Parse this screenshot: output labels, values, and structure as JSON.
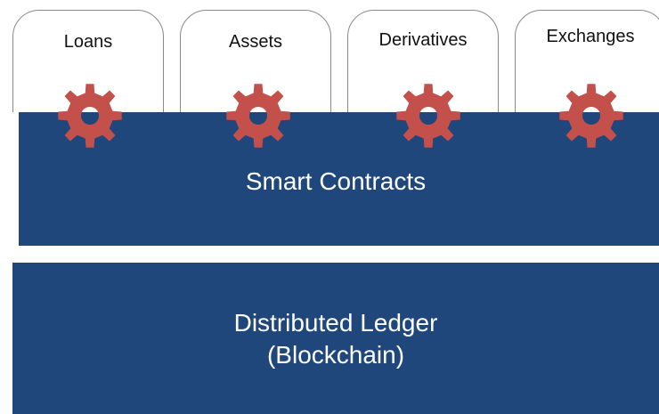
{
  "tabs": [
    {
      "label": "Loans"
    },
    {
      "label": "Assets"
    },
    {
      "label": "Derivatives"
    },
    {
      "label": "Exchanges"
    }
  ],
  "smart_contracts": {
    "label": "Smart Contracts"
  },
  "ledger": {
    "line1": "Distributed Ledger",
    "line2": "(Blockchain)"
  },
  "colors": {
    "layer": "#1f477b",
    "gear": "#c4504c",
    "tab_border": "#8a8a8a"
  },
  "icons": [
    "gear-icon"
  ]
}
